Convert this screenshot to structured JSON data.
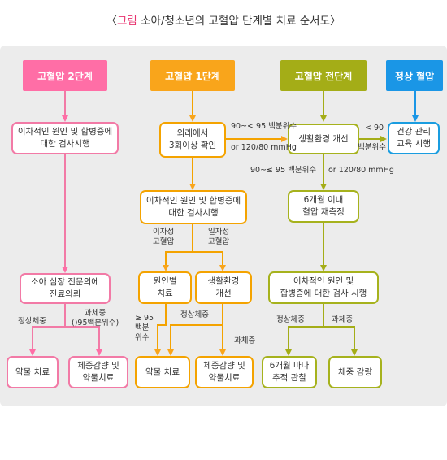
{
  "title": {
    "open": "〈",
    "highlight": "그림",
    "text": " 소아/청소년의 고혈압 단계별 치료 순서도",
    "close": "〉"
  },
  "colors": {
    "pink": "#ff6ea6",
    "orange": "#f9a51b",
    "olive": "#a4ad17",
    "blue": "#1a96e6"
  },
  "headers": {
    "stage2": "고혈압 2단계",
    "stage1": "고혈압 1단계",
    "prehypertension": "고혈압 전단계",
    "normal": "정상 혈압"
  },
  "boxes": {
    "stage2_secondary": "이차적인 원인 및 합병증에\n대한 검사시행",
    "stage1_confirm": "외래에서\n3회이상 확인",
    "lifestyle_top": "생활환경 개선",
    "health_edu": "건강 관리\n교육 시행",
    "stage1_secondary": "이차적인 원인 및 합병증에\n대한 검사시행",
    "recheck": "6개월 이내\n혈압 재측정",
    "specialist": "소아 심장 전문의에\n진료의뢰",
    "cause_treat": "원인별\n치료",
    "lifestyle_mid": "생활환경\n개선",
    "pre_secondary": "이차적인 원인 및\n합병증에 대한 검사 시행",
    "drug_left": "약물 치료",
    "weight_drug_left": "체중감량 및\n약물치료",
    "drug_mid": "약물 치료",
    "weight_drug_mid": "체중감량 및\n약물치료",
    "followup": "6개월 마다\n추적 관찰",
    "weight_loss": "체중 감량"
  },
  "labels": {
    "bp_range_a": "90~< 95 백분위수",
    "or_mmhg_a": "or 120/80 mmHg",
    "lt90": "< 90",
    "percentile": "백분위수",
    "bp_range_b": "90~≤ 95 백분위수",
    "or_mmhg_b": "or 120/80 mmHg",
    "secondary_htn": "이차성\n고혈압",
    "primary_htn": "일차성\n고혈압",
    "normal_weight_left": "정상체중",
    "overweight_left": "과체중\n()95백분위수)",
    "ge95": "≥ 95\n백분\n위수",
    "normal_weight_mid": "정상체중",
    "overweight_mid": "과체중",
    "normal_weight_right": "정상체중",
    "overweight_right": "과체중"
  }
}
